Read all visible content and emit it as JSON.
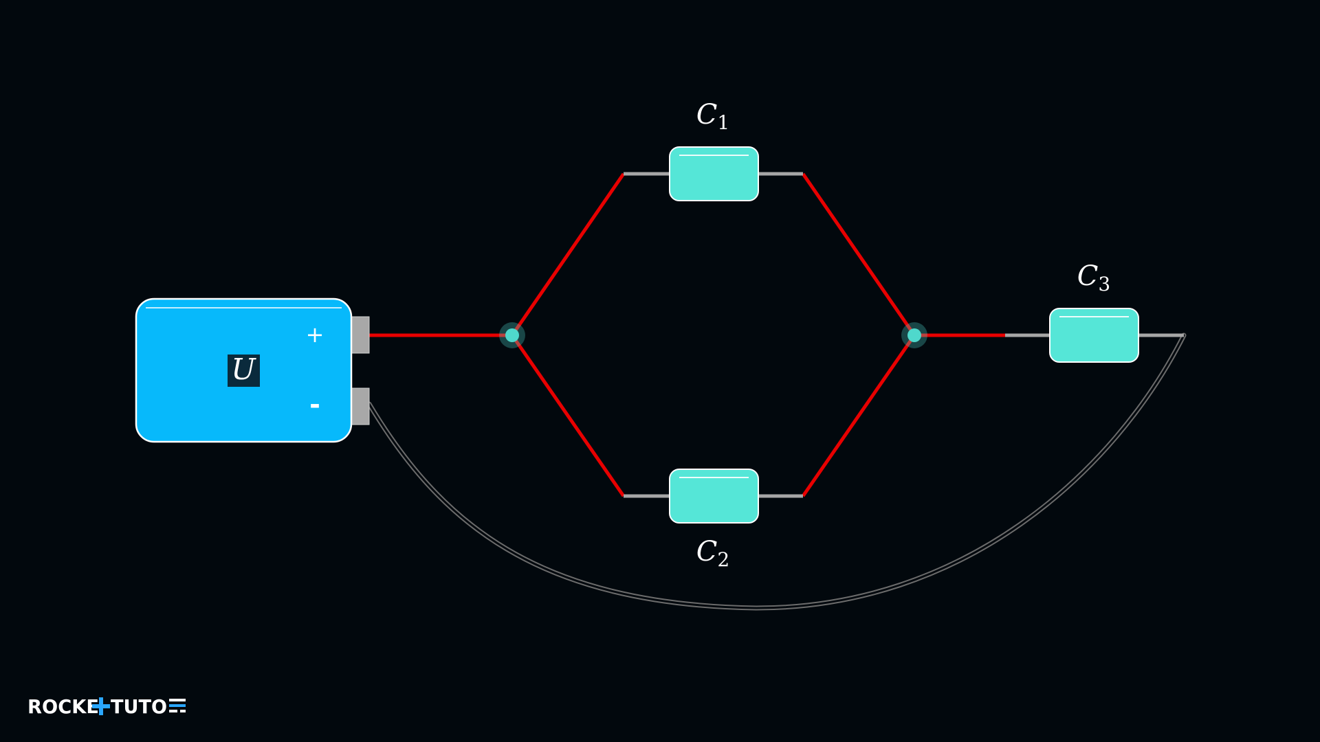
{
  "diagram": {
    "battery": {
      "label": "U",
      "plus_symbol": "+",
      "minus_symbol": "-"
    },
    "capacitors": {
      "c1": {
        "letter": "C",
        "subscript": "1"
      },
      "c2": {
        "letter": "C",
        "subscript": "2"
      },
      "c3": {
        "letter": "C",
        "subscript": "3"
      }
    }
  },
  "branding": {
    "logo_left": "ROCKE",
    "logo_mid": "TUTO"
  },
  "colors": {
    "background": "#02080d",
    "battery": "#07b9fb",
    "capacitor": "#55e6d7",
    "active_wire": "#e80000",
    "lead_wire": "#a6a6a6",
    "terminal": "#a8a8a8",
    "node": "#4fd8cc",
    "return_wire": "#5a5a5a",
    "label": "#ffffff",
    "logo_accent": "#2aa7ff"
  }
}
